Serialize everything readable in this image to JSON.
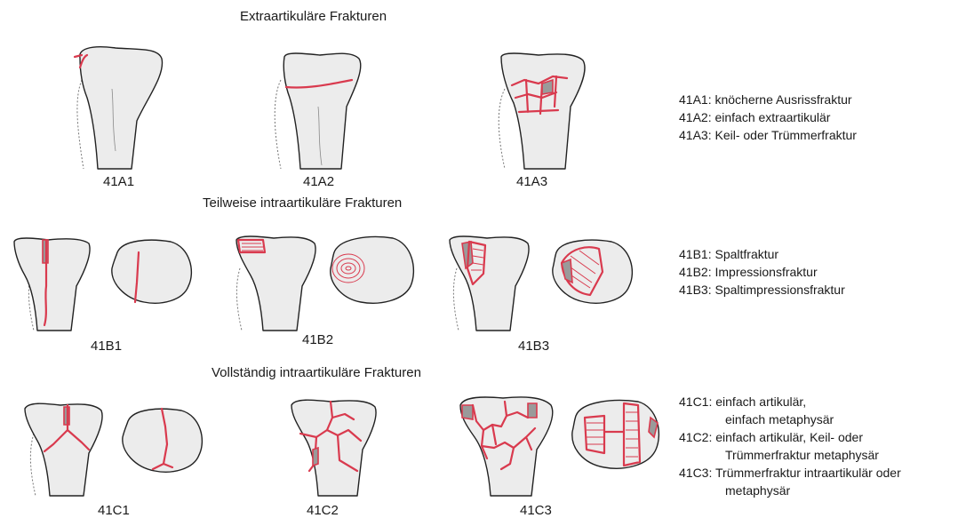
{
  "sections": {
    "a": "Extraartikuläre Frakturen",
    "b": "Teilweise intraartikuläre Frakturen",
    "c": "Vollständig intraartikuläre Frakturen"
  },
  "figures": {
    "a1": "41A1",
    "a2": "41A2",
    "a3": "41A3",
    "b1": "41B1",
    "b2": "41B2",
    "b3": "41B3",
    "c1": "41C1",
    "c2": "41C2",
    "c3": "41C3"
  },
  "legend": {
    "a": [
      "41A1: knöcherne Ausrissfraktur",
      "41A2: einfach extraartikulär",
      "41A3: Keil- oder Trümmerfraktur"
    ],
    "b": [
      "41B1: Spaltfraktur",
      "41B2: Impressionsfraktur",
      "41B3: Spaltimpressionsfraktur"
    ],
    "c": [
      "41C1: einfach artikulär,",
      "einfach metaphysär",
      "41C2: einfach artikulär, Keil- oder",
      "Trümmerfraktur metaphysär",
      "41C3: Trümmerfraktur intraartikulär oder",
      "metaphysär"
    ]
  },
  "colors": {
    "fracture": "#d93a4e",
    "bone": "#ececec",
    "outline": "#222222"
  }
}
